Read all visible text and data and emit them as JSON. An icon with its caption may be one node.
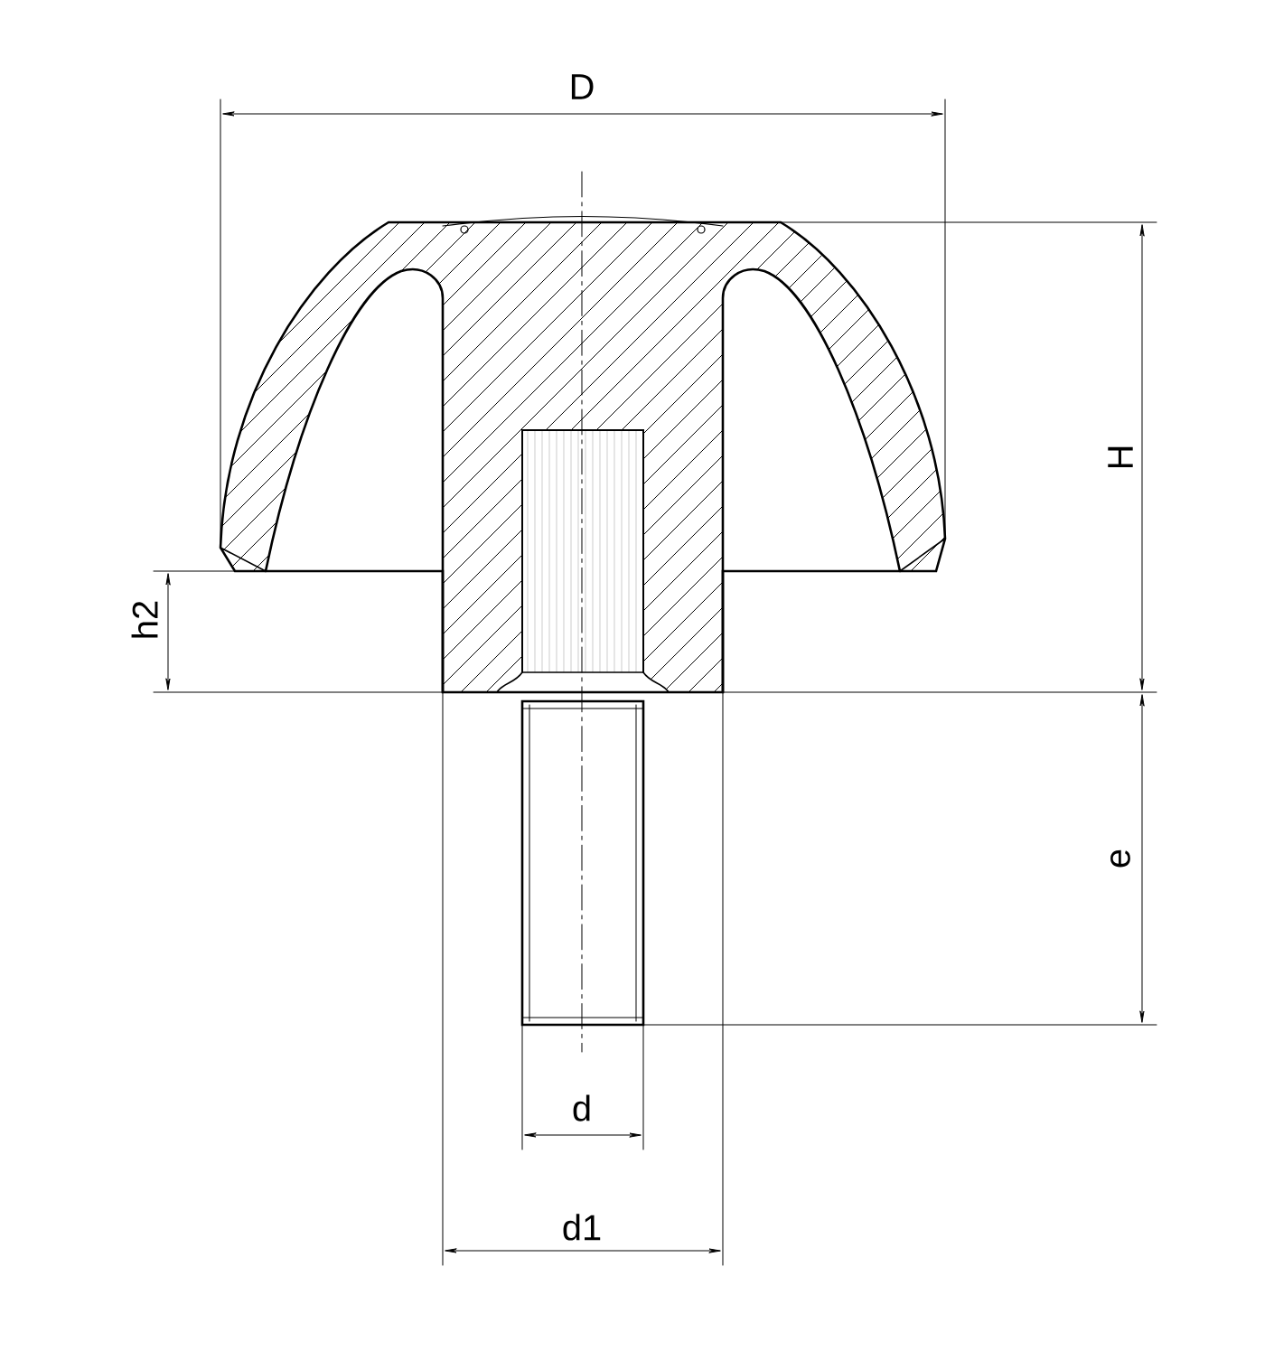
{
  "diagram": {
    "labels": [
      "D",
      "H",
      "h2",
      "e",
      "d",
      "d1"
    ]
  }
}
